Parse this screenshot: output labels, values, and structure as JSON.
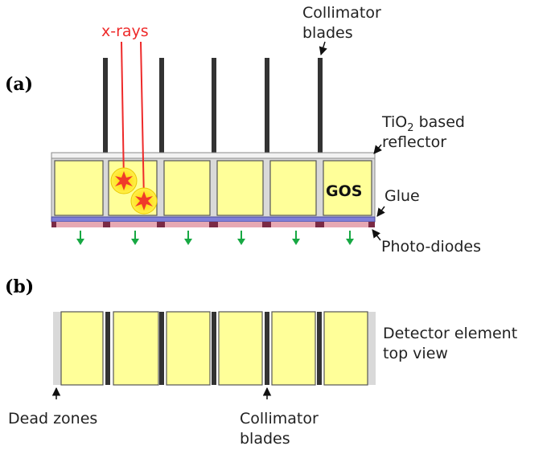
{
  "colors": {
    "scintillator": "#ffff99",
    "blade": "#333333",
    "reflector": "#d9d9d9",
    "glue": "#7f7fd8",
    "photodiode": "#e6a8b3",
    "diode_gap": "#7a2a45",
    "arrow": "#17a843",
    "xray": "#ee2a2a",
    "hit_glow": "#ffe21a"
  },
  "panel_a": {
    "label": "(a)",
    "xray_label": "x-rays",
    "collimator_label_line1": "Collimator",
    "collimator_label_line2": "blades",
    "reflector_label_prefix": "TiO",
    "reflector_label_sub": "2",
    "reflector_label_suffix": " based",
    "reflector_label_line2": "reflector",
    "gos_label": "GOS",
    "glue_label": "Glue",
    "photodiode_label": "Photo-diodes",
    "icons": [
      "xray-hit-icon",
      "light-arrow-icon"
    ]
  },
  "panel_b": {
    "label": "(b)",
    "view_label_line1": "Detector element",
    "view_label_line2": "top view",
    "dead_zones_label": "Dead zones",
    "collimator_label_line1": "Collimator",
    "collimator_label_line2": "blades"
  }
}
